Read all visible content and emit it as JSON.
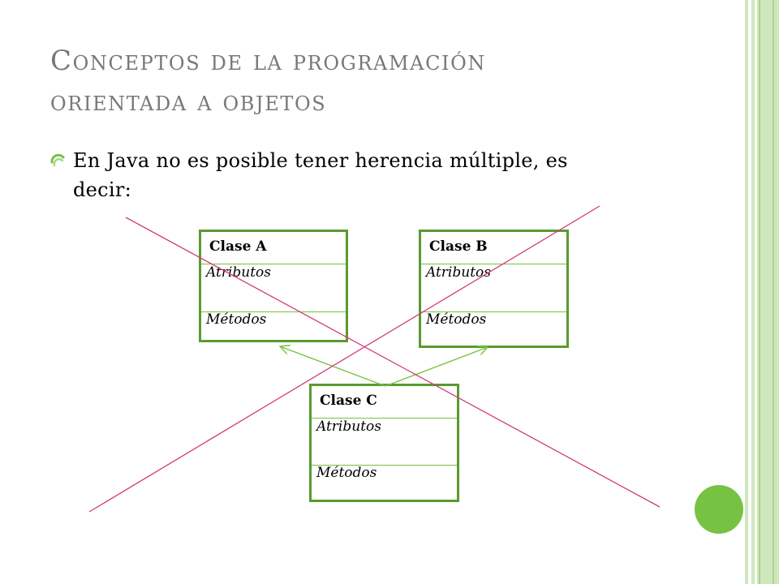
{
  "title": {
    "line1": "Conceptos de la programación",
    "line2": "orientada a objetos"
  },
  "bullet": {
    "line1": "En Java no es posible tener herencia múltiple, es",
    "line2": "decir:"
  },
  "diagram": {
    "classes": [
      {
        "name": "Clase A",
        "attributes": "Atributos",
        "methods": "Métodos"
      },
      {
        "name": "Clase B",
        "attributes": "Atributos",
        "methods": "Métodos"
      },
      {
        "name": "Clase C",
        "attributes": "Atributos",
        "methods": "Métodos"
      }
    ],
    "colors": {
      "box_border": "#5b9a2f",
      "separator": "#77c243",
      "arrow": "#77c243",
      "cross": "#d23c7d",
      "title": "#787878",
      "accent": "#77c243",
      "stripe": "#cfe7bd"
    }
  }
}
